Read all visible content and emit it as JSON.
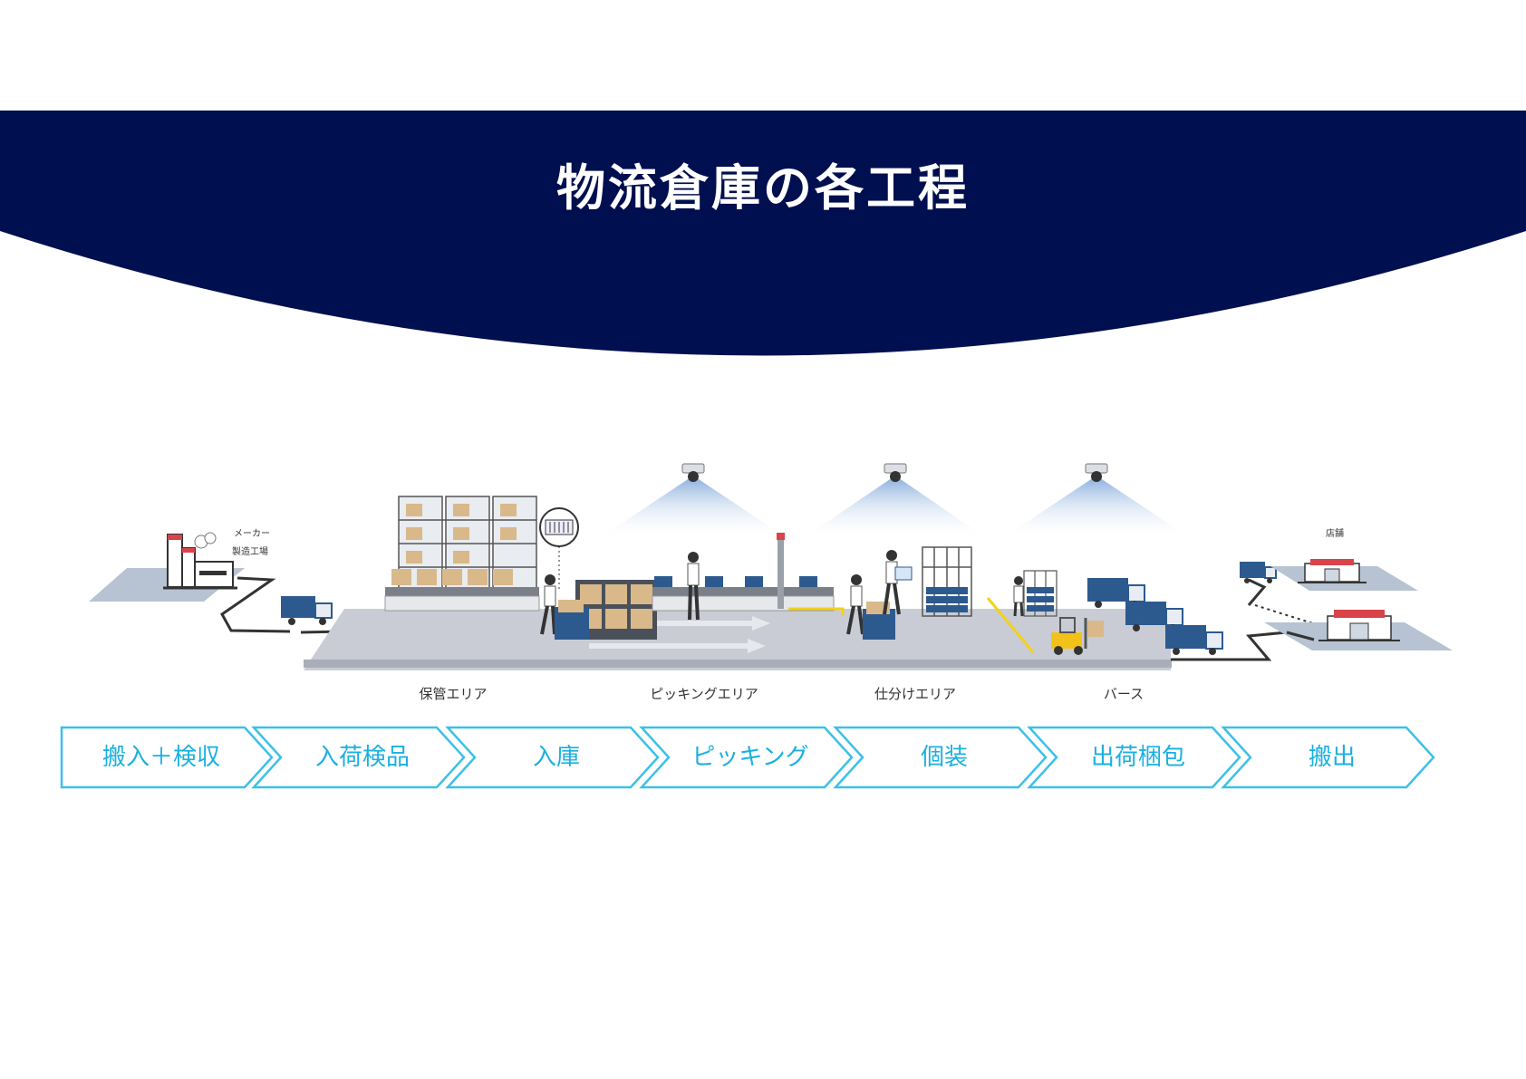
{
  "header": {
    "title": "物流倉庫の各工程",
    "band_color": "#000f4f"
  },
  "scene": {
    "area_labels": [
      "保管エリア",
      "ピッキングエリア",
      "仕分けエリア",
      "バース"
    ],
    "left_label": [
      "メーカー",
      "製造工場"
    ],
    "right_label": "店舗"
  },
  "process_steps": [
    "搬入＋検収",
    "入荷検品",
    "入庫",
    "ピッキング",
    "個装",
    "出荷梱包",
    "搬出"
  ],
  "colors": {
    "accent": "#1ab0e0",
    "truck": "#2d5a8e",
    "floor": "#c9ccd4",
    "forklift": "#f2c21b"
  }
}
